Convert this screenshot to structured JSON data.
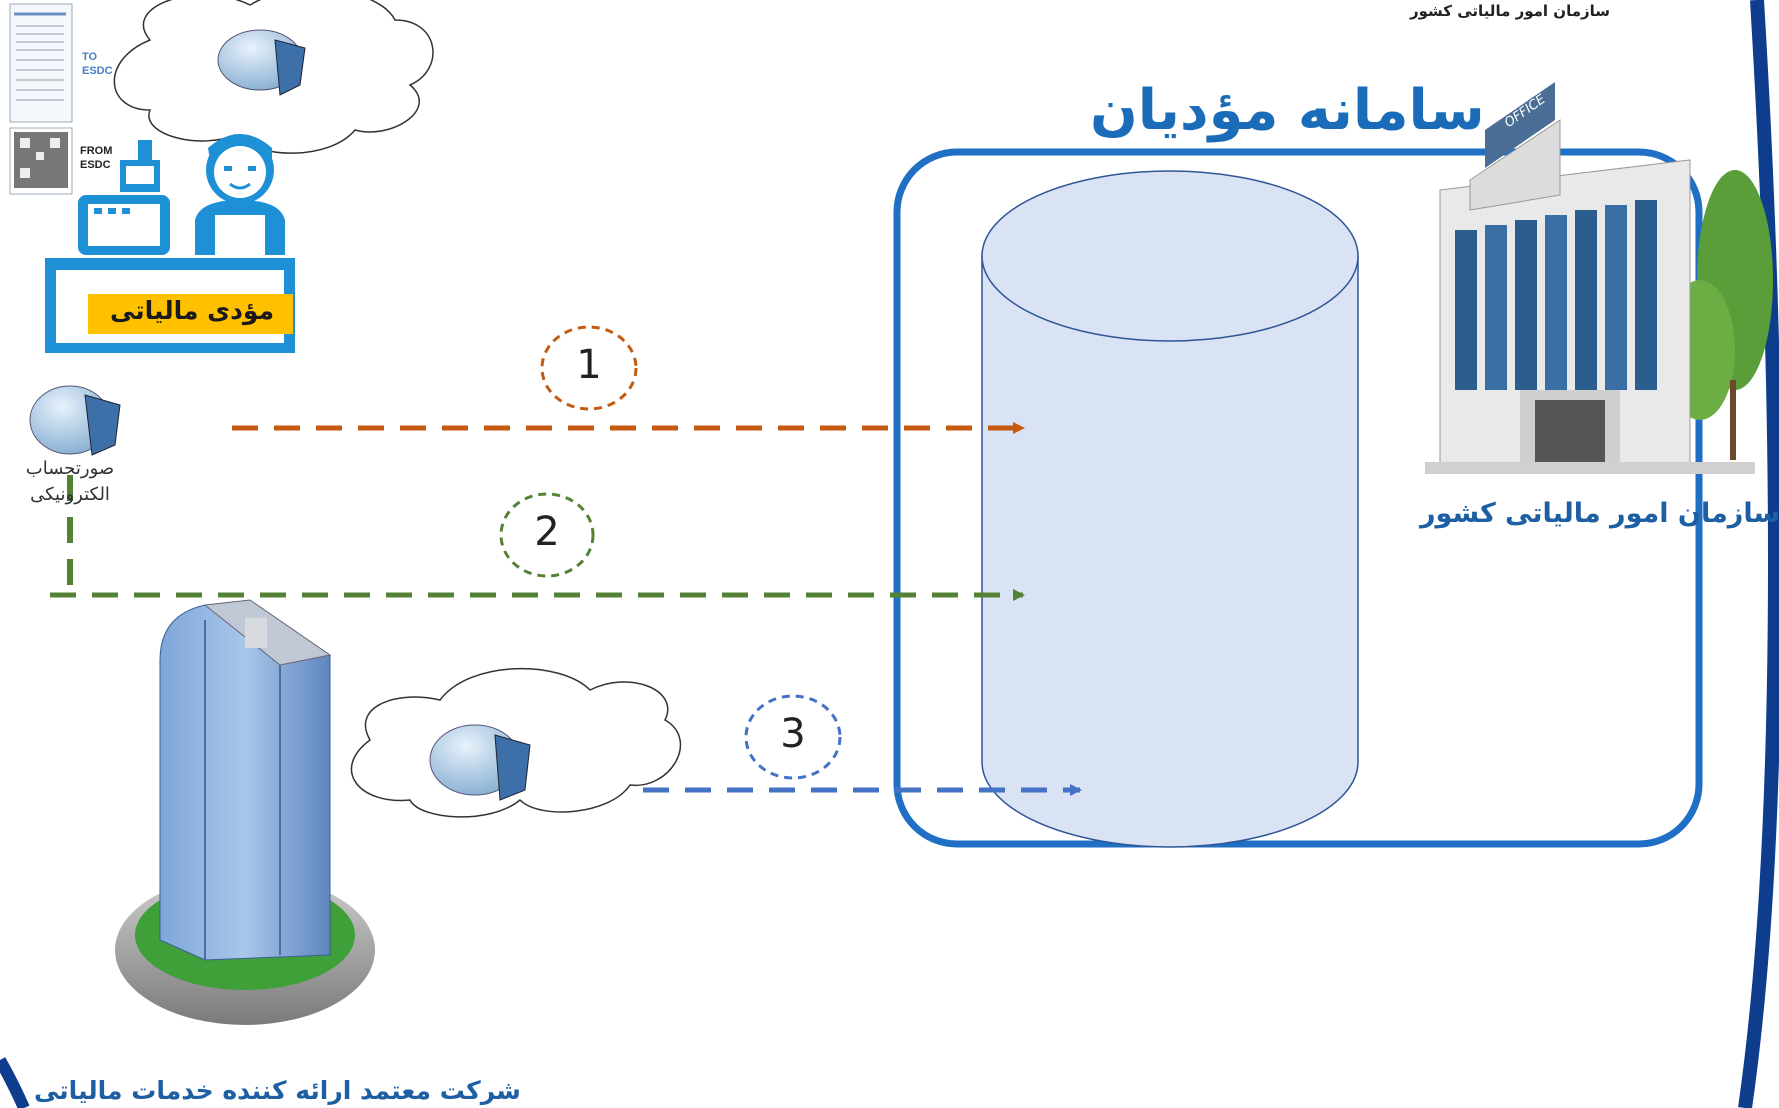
{
  "header": {
    "org_logo_text": "سازمان امور مالیاتی کشور"
  },
  "system": {
    "title": "سامانه مؤدیان"
  },
  "tax_org": {
    "label": "سازمان امور مالیاتی کشور",
    "building_sign": "OFFICE"
  },
  "taxpayer": {
    "label": "مؤدی مالیاتی",
    "receipt_to": "TO ESDC",
    "receipt_from": "FROM ESDC"
  },
  "invoice": {
    "label": "صورتحساب الکترونیکی"
  },
  "company": {
    "label": "شرکت معتمد ارائه کننده خدمات مالیاتی"
  },
  "flows": [
    {
      "number": "1",
      "color": "#c55a11"
    },
    {
      "number": "2",
      "color": "#548235"
    },
    {
      "number": "3",
      "color": "#4472c4"
    }
  ],
  "colors": {
    "frame": "#0d3d8c",
    "system_border": "#1f6fc5",
    "database_fill": "#dae3f3",
    "title_blue": "#1a6bb8"
  }
}
